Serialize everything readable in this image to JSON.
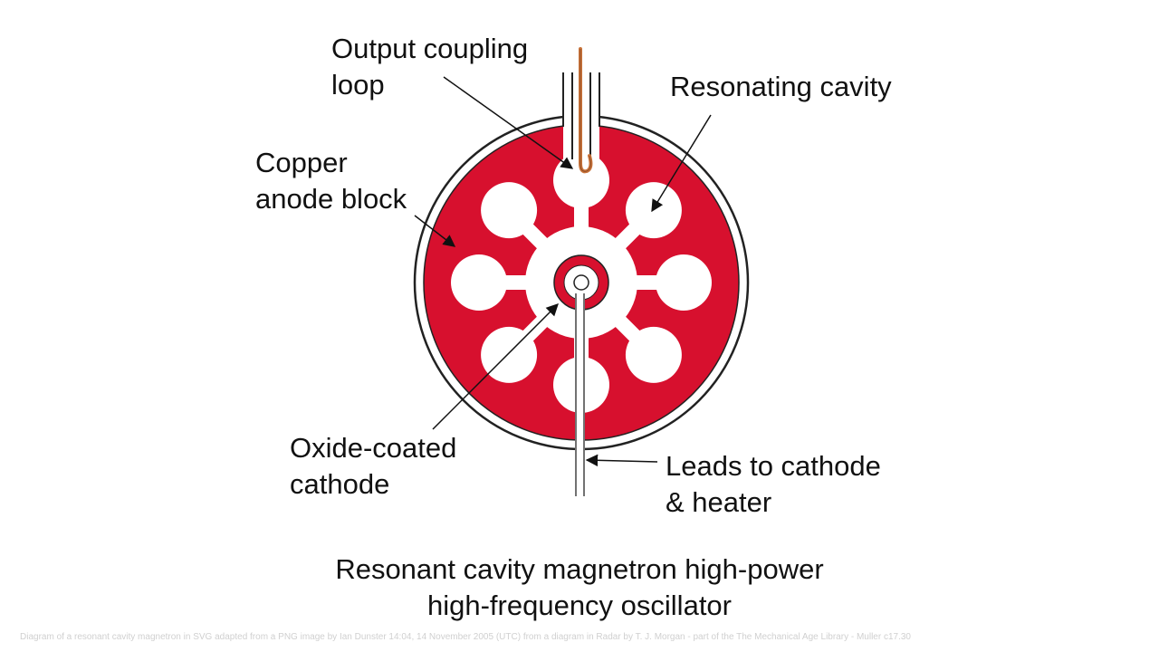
{
  "labels": {
    "output_coupling": [
      "Output coupling",
      "loop"
    ],
    "resonating_cavity": "Resonating cavity",
    "copper_anode": [
      "Copper",
      "anode block"
    ],
    "oxide_cathode": [
      "Oxide-coated",
      "cathode"
    ],
    "leads": [
      "Leads to cathode",
      "& heater"
    ]
  },
  "caption": [
    "Resonant cavity magnetron high-power",
    "high-frequency oscillator"
  ],
  "credit": "Diagram of a resonant cavity magnetron in SVG adapted from a PNG image by Ian Dunster 14:04, 14 November 2005 (UTC) from a diagram in Radar by T. J. Morgan - part of the The Mechanical Age Library - Muller    c17.30",
  "colors": {
    "copper_anode": "#d7102e",
    "cavity": "#ffffff",
    "outline": "#222222",
    "loop": "#c9733a",
    "text": "#111111"
  },
  "anode": {
    "cavity_count": 8
  }
}
